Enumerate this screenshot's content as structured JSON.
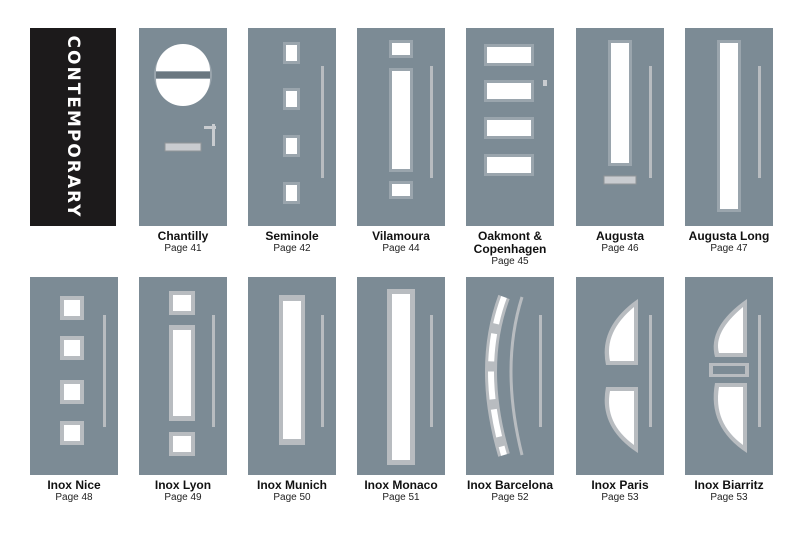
{
  "section_label": "CONTEMPORARY",
  "colors": {
    "door": "#7c8b95",
    "door_edge": "#6a7780",
    "glass": "#ffffff",
    "steel": "#b8bcc0",
    "label_bg": "#1c1a1b"
  },
  "row1": [
    {
      "name": "Chantilly",
      "page": "Page 41",
      "design": "porthole"
    },
    {
      "name": "Seminole",
      "page": "Page 42",
      "design": "four-squares"
    },
    {
      "name": "Vilamoura",
      "page": "Page 44",
      "design": "tall-center-bars"
    },
    {
      "name": "Oakmont & Copenhagen",
      "page": "Page 45",
      "design": "four-horizontal"
    },
    {
      "name": "Augusta",
      "page": "Page 46",
      "design": "tall-slot-letterplate"
    },
    {
      "name": "Augusta Long",
      "page": "Page 47",
      "design": "full-slot"
    }
  ],
  "row2": [
    {
      "name": "Inox Nice",
      "page": "Page 48",
      "design": "inox-squares"
    },
    {
      "name": "Inox Lyon",
      "page": "Page 49",
      "design": "inox-lyon"
    },
    {
      "name": "Inox Munich",
      "page": "Page 50",
      "design": "inox-munich"
    },
    {
      "name": "Inox Monaco",
      "page": "Page 51",
      "design": "inox-monaco"
    },
    {
      "name": "Inox Barcelona",
      "page": "Page 52",
      "design": "inox-barcelona"
    },
    {
      "name": "Inox Paris",
      "page": "Page 53",
      "design": "inox-paris"
    },
    {
      "name": "Inox Biarritz",
      "page": "Page 53",
      "design": "inox-biarritz"
    }
  ]
}
